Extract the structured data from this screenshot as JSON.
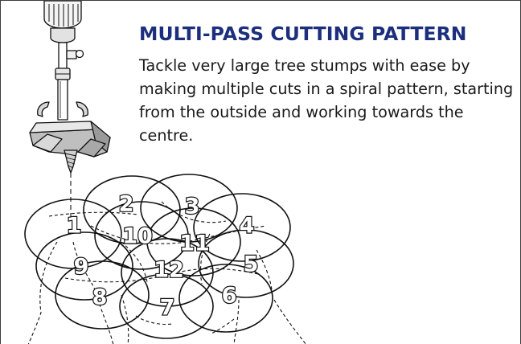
{
  "heading": "MULTI-PASS CUTTING PATTERN",
  "description": "Tackle very large tree stumps with ease by making multiple cuts in a spiral pattern, starting from the outside and working towards the centre.",
  "cut_sequence": [
    "1",
    "2",
    "3",
    "4",
    "5",
    "6",
    "7",
    "8",
    "9",
    "10",
    "11",
    "12"
  ],
  "colors": {
    "heading": "#1c2f7c",
    "text": "#1a1a1a",
    "line": "#111111"
  },
  "icons": [
    "auger-drill-bit-icon"
  ]
}
